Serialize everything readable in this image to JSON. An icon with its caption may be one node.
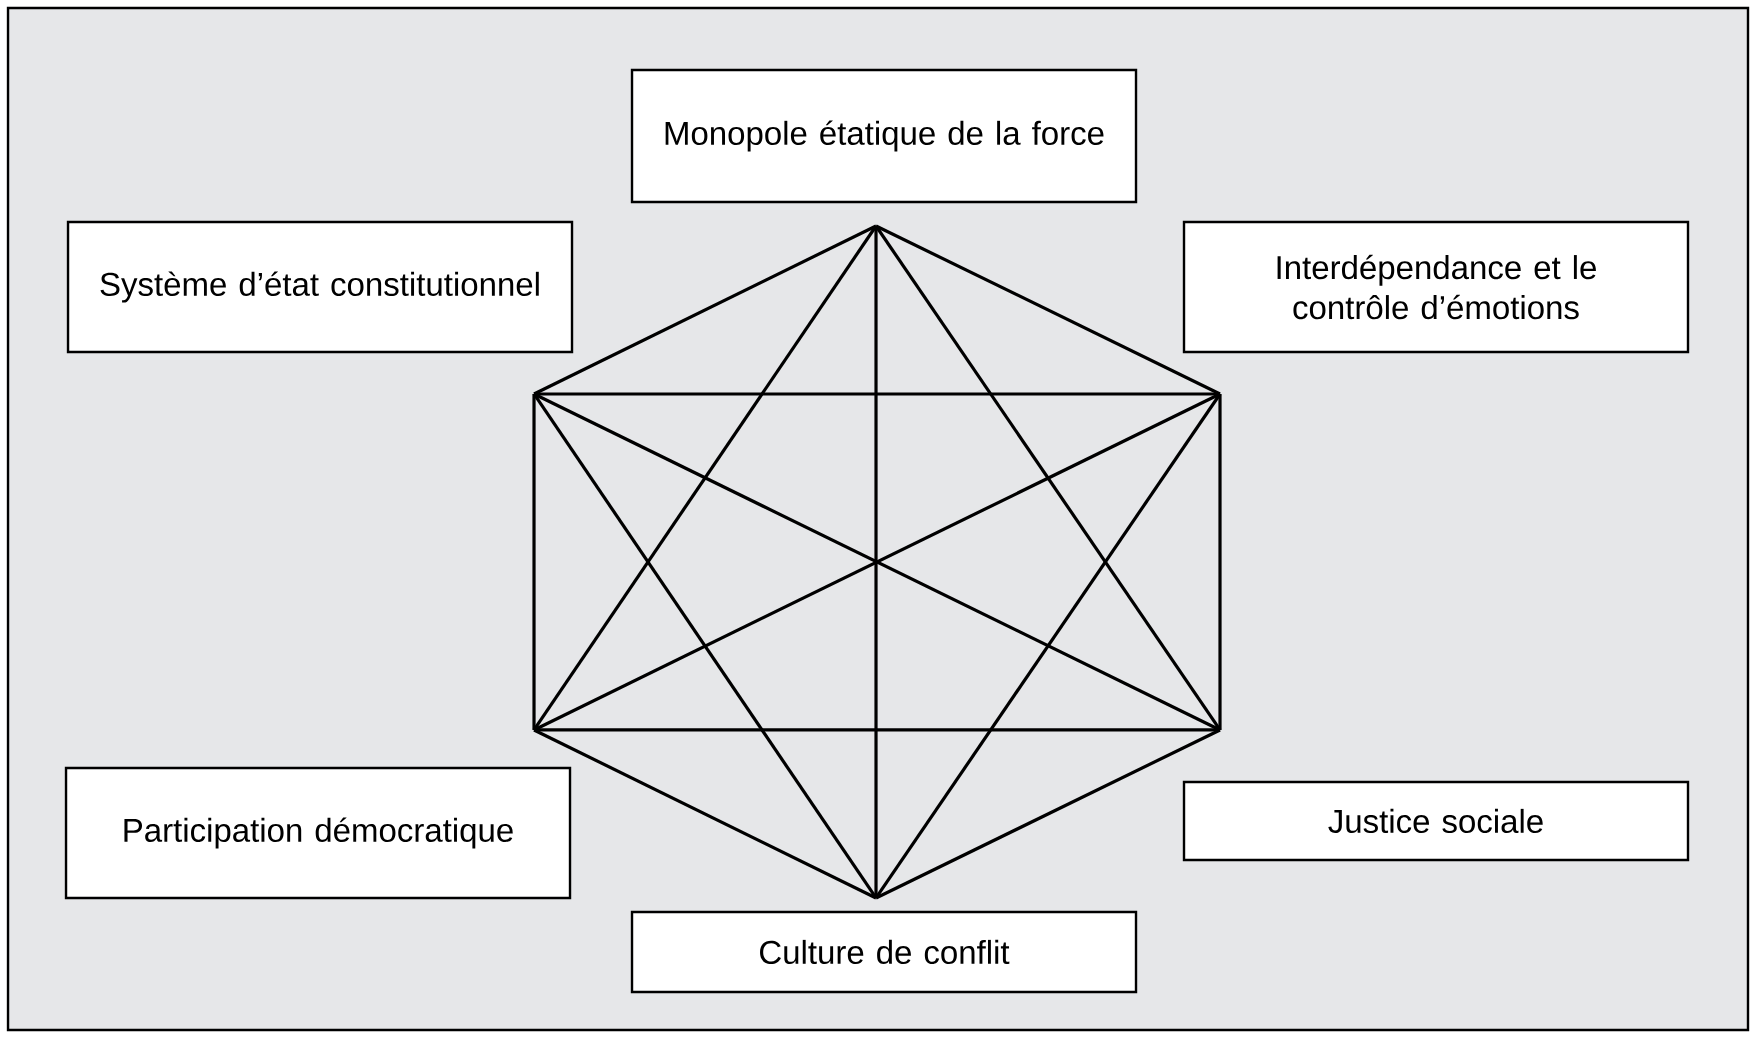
{
  "diagram": {
    "nodes": [
      {
        "text": [
          "Monopole étatique de la force"
        ]
      },
      {
        "text": [
          "Système d’état constitutionnel"
        ]
      },
      {
        "text": [
          "Interdépendance et le contrôle d’émotions"
        ]
      },
      {
        "text": [
          "Participation démocratique"
        ]
      },
      {
        "text": [
          "Justice sociale"
        ]
      },
      {
        "text": [
          "Culture de conflit"
        ]
      }
    ],
    "edges": [
      {
        "from": 0,
        "to": 1,
        "arrow": "none"
      },
      {
        "from": 0,
        "to": 2,
        "arrow": "none"
      },
      {
        "from": 0,
        "to": 3,
        "arrow": "none"
      },
      {
        "from": 0,
        "to": 4,
        "arrow": "none"
      },
      {
        "from": 0,
        "to": 5,
        "arrow": "none"
      },
      {
        "from": 1,
        "to": 2,
        "arrow": "none"
      },
      {
        "from": 1,
        "to": 3,
        "arrow": "none"
      },
      {
        "from": 1,
        "to": 4,
        "arrow": "none"
      },
      {
        "from": 1,
        "to": 5,
        "arrow": "none"
      },
      {
        "from": 2,
        "to": 3,
        "arrow": "none"
      },
      {
        "from": 2,
        "to": 4,
        "arrow": "none"
      },
      {
        "from": 2,
        "to": 5,
        "arrow": "none"
      },
      {
        "from": 3,
        "to": 4,
        "arrow": "none"
      },
      {
        "from": 3,
        "to": 5,
        "arrow": "none"
      },
      {
        "from": 4,
        "to": 5,
        "arrow": "none"
      }
    ]
  }
}
